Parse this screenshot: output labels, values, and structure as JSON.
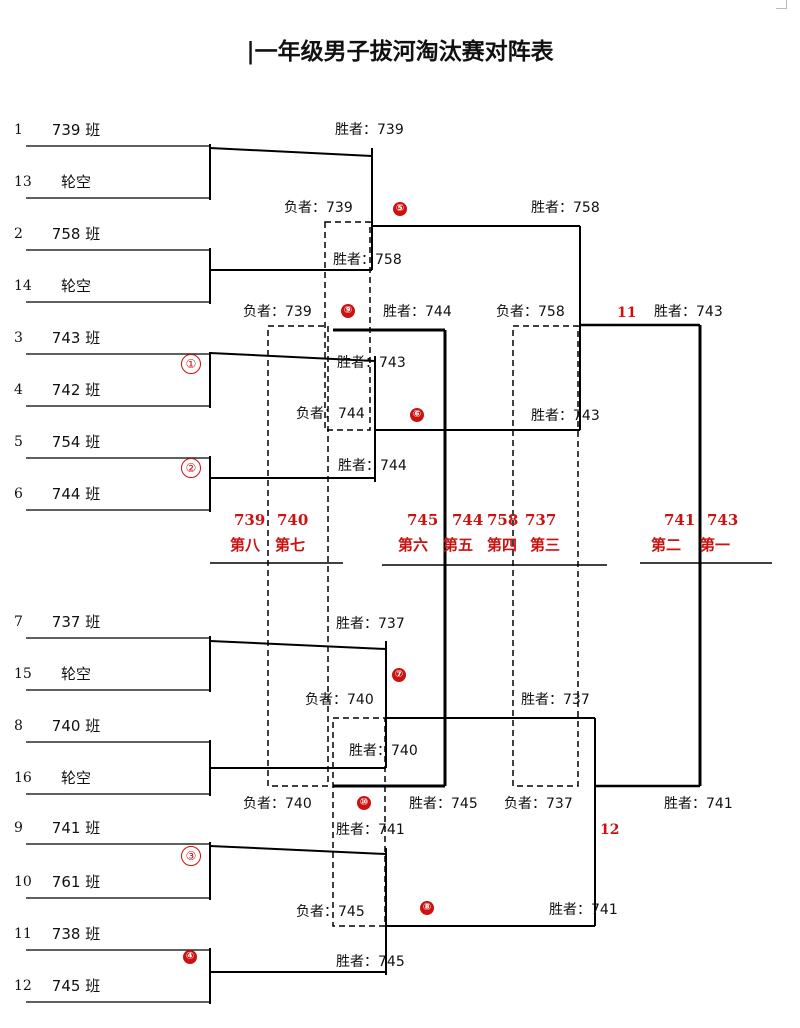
{
  "title": "|一年级男子拔河淘汰赛对阵表",
  "entrants": [
    {
      "seed": "1",
      "team": "739 班"
    },
    {
      "seed": "13",
      "team": "轮空"
    },
    {
      "seed": "2",
      "team": "758 班"
    },
    {
      "seed": "14",
      "team": "轮空"
    },
    {
      "seed": "3",
      "team": "743 班"
    },
    {
      "seed": "4",
      "team": "742 班"
    },
    {
      "seed": "5",
      "team": "754 班"
    },
    {
      "seed": "6",
      "team": "744 班"
    },
    {
      "seed": "7",
      "team": "737 班"
    },
    {
      "seed": "15",
      "team": "轮空"
    },
    {
      "seed": "8",
      "team": "740 班"
    },
    {
      "seed": "16",
      "team": "轮空"
    },
    {
      "seed": "9",
      "team": "741 班"
    },
    {
      "seed": "10",
      "team": "761 班"
    },
    {
      "seed": "11",
      "team": "738 班"
    },
    {
      "seed": "12",
      "team": "745 班"
    }
  ],
  "results": [
    "胜者：739",
    "胜者：758",
    "胜者：743",
    "胜者：744",
    "胜者：737",
    "胜者：740",
    "胜者：741",
    "胜者：745",
    "负者：739",
    "负者：744",
    "负者：740",
    "负者：745",
    "胜者：758",
    "胜者：743",
    "负者：739",
    "胜者：744",
    "负者：758",
    "胜者：743",
    "胜者：737",
    "负者：740",
    "胜者：745",
    "负者：737",
    "胜者：741",
    "胜者：741"
  ],
  "match_numbers": [
    "①",
    "②",
    "③",
    "④",
    "⑤",
    "⑥",
    "⑦",
    "⑧",
    "⑨",
    "⑩",
    "11",
    "12"
  ],
  "standings": [
    {
      "team": "739",
      "place": "第八"
    },
    {
      "team": "740",
      "place": "第七"
    },
    {
      "team": "745",
      "place": "第六"
    },
    {
      "team": "744",
      "place": "第五"
    },
    {
      "team": "758",
      "place": "第四"
    },
    {
      "team": "737",
      "place": "第三"
    },
    {
      "team": "741",
      "place": "第二"
    },
    {
      "team": "743",
      "place": "第一"
    }
  ],
  "colors": {
    "accent": "#cc1111",
    "line": "#000000"
  }
}
